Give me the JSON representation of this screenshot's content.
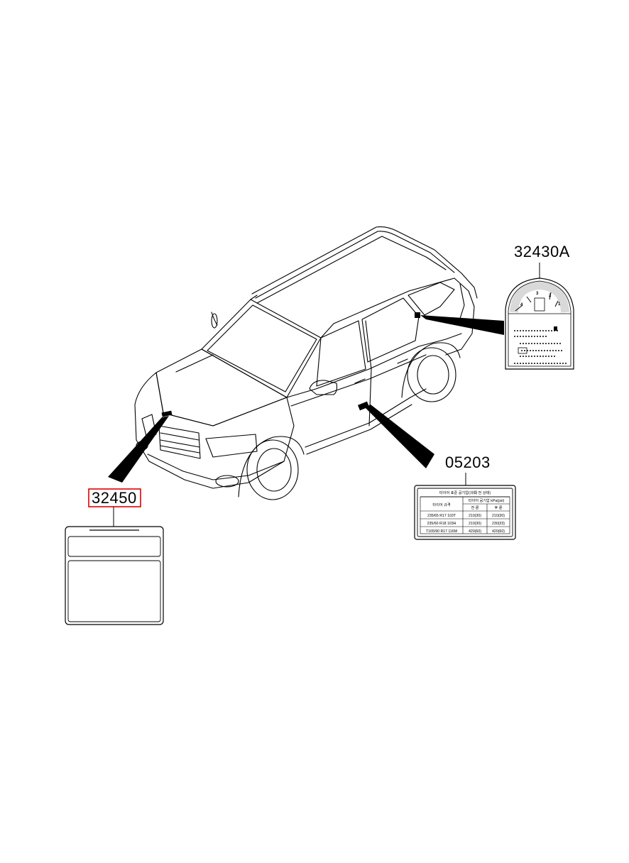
{
  "callouts": {
    "door_label": "32430A",
    "door_label_selected": false,
    "side_label": "05203",
    "side_label_selected": false,
    "hood_label": "32450",
    "hood_label_selected": true
  },
  "highlight_color": "#e00000",
  "tire_table": {
    "title": "타이어 표준 공기압(冷間 전 상태)",
    "header_left": "타이어 규격",
    "header_right": "타이어 공기압 kPa(psi)",
    "sub_front": "전 륜",
    "sub_rear": "후 륜",
    "rows": [
      [
        "235/65 R17 103T",
        "210(30)",
        "210(30)"
      ],
      [
        "235/60 R18 103H",
        "210(30)",
        "230(33)"
      ],
      [
        "T165/90 R17 116M",
        "420(60)",
        "420(60)"
      ]
    ]
  },
  "fuel_label": {
    "digits": [
      "4",
      "3",
      "2",
      "1"
    ]
  }
}
